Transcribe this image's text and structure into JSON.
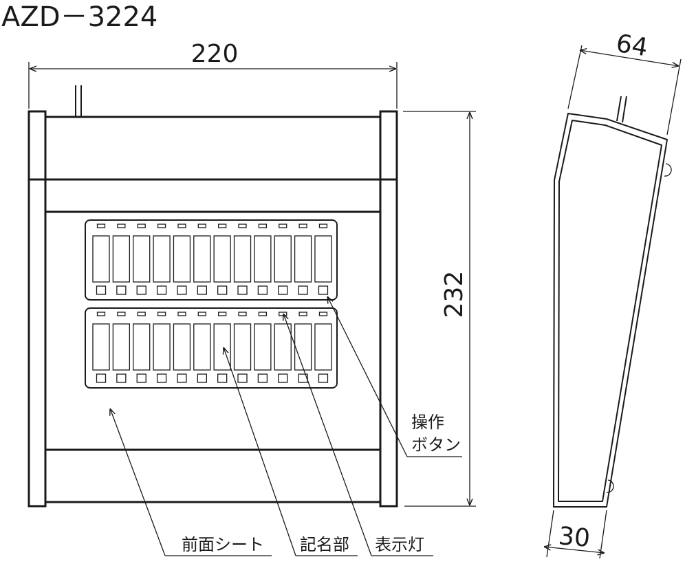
{
  "title": "AZD－3224",
  "dimensions": {
    "width": "220",
    "height": "232",
    "depth_top": "64",
    "depth_bottom": "30"
  },
  "labels": {
    "operation_button_line1": "操作",
    "operation_button_line2": "ボタン",
    "front_sheet": "前面シート",
    "name_area": "記名部",
    "indicator_lamp": "表示灯"
  },
  "panel": {
    "rows": 2,
    "columns_per_row": 12
  }
}
